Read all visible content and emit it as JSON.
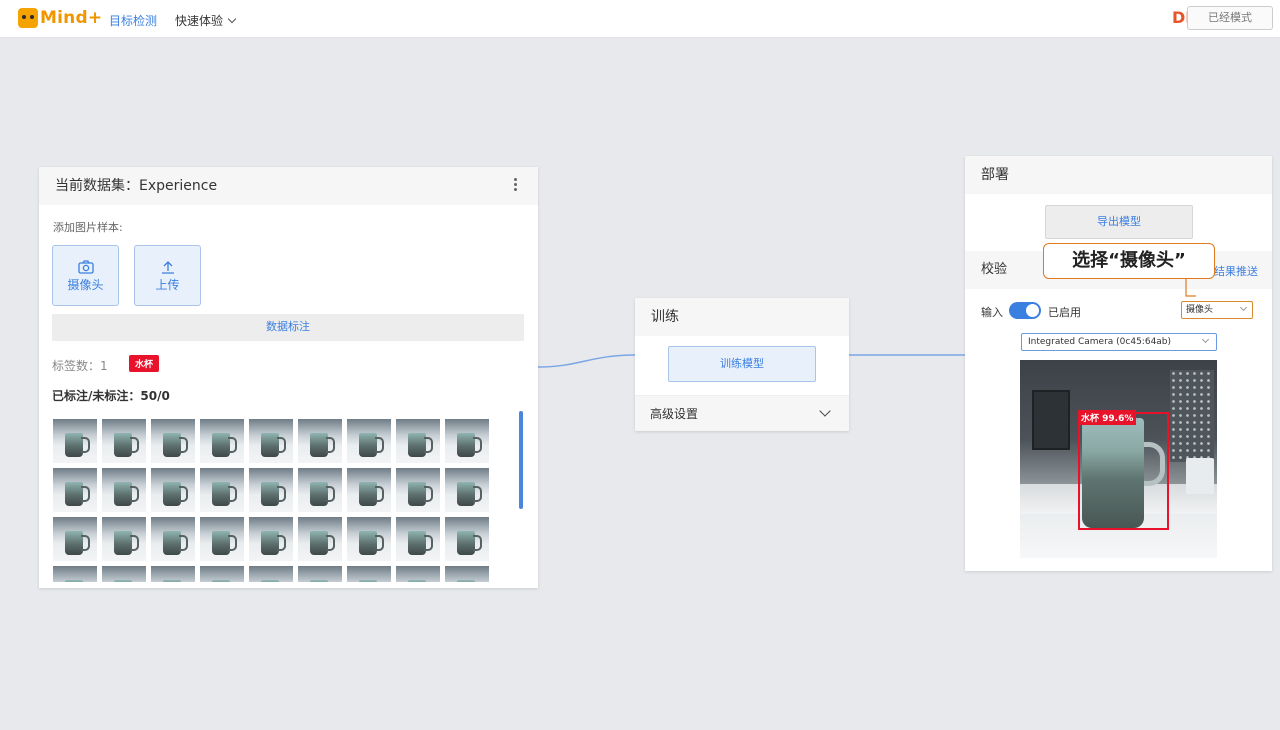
{
  "app": {
    "name": "Mind+",
    "nav_active": "目标检测",
    "nav_quick": "快速体验",
    "df_logo": "DF",
    "mode_button": "已经模式"
  },
  "dataset": {
    "title": "当前数据集：Experience",
    "add_samples_label": "添加图片样本:",
    "camera_button": "摄像头",
    "upload_button": "上传",
    "annotate_button": "数据标注",
    "tag_count_label": "标签数：1",
    "tag_badge": "水杯",
    "annotated_label": "已标注/未标注：50/0",
    "thumbnail_count": 36
  },
  "train": {
    "title": "训练",
    "train_button": "训练模型",
    "advanced_label": "高级设置"
  },
  "deploy": {
    "title": "部署",
    "export_button": "导出模型",
    "verify_title": "校验",
    "push_link": "结果推送",
    "input_label": "输入",
    "toggle_state": "已启用",
    "source_select": "摄像头",
    "camera_select": "Integrated Camera (0c45:64ab)",
    "detection_label": "水杯 99.6%"
  },
  "callout": {
    "text": "选择“摄像头”"
  },
  "colors": {
    "accent": "#3b7fe0",
    "brand_orange": "#f29600",
    "tag_red": "#e8132a",
    "callout_border": "#e07a1e"
  },
  "icons": [
    "camera-icon",
    "upload-icon",
    "more-icon",
    "chevron-down-icon"
  ]
}
